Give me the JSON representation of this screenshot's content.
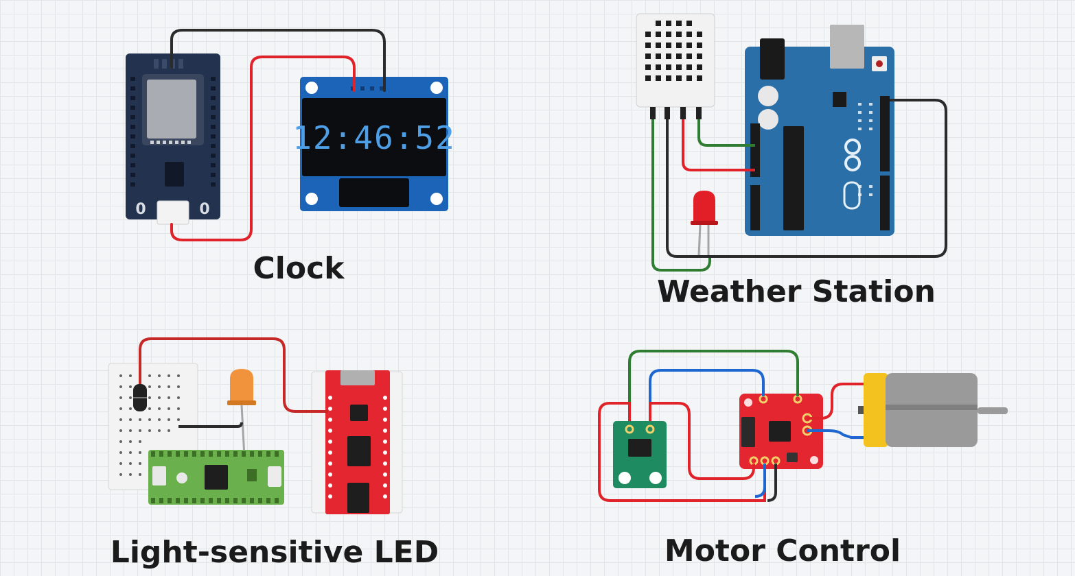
{
  "projects": [
    {
      "id": "clock",
      "title": "Clock",
      "display_time": "12:46:52",
      "board_labels": [
        "0",
        "0"
      ]
    },
    {
      "id": "weather-station",
      "title": "Weather Station"
    },
    {
      "id": "light-sensitive-led",
      "title": "Light-sensitive LED"
    },
    {
      "id": "motor-control",
      "title": "Motor Control"
    }
  ],
  "colors": {
    "background": "#f4f5f6",
    "wire_red": "#e0232a",
    "wire_black": "#2b2b2b",
    "wire_green": "#2e7d32",
    "wire_blue": "#1e66d0",
    "esp32_board": "#22324f",
    "oled_board": "#1b64b8",
    "arduino_board": "#2a6fa8",
    "sensor_red_board": "#e3262f",
    "pico_board": "#6ab04c",
    "breakout_green": "#1e8c60",
    "motor_yellow": "#f4c21f",
    "motor_gray": "#9a9a9a"
  }
}
